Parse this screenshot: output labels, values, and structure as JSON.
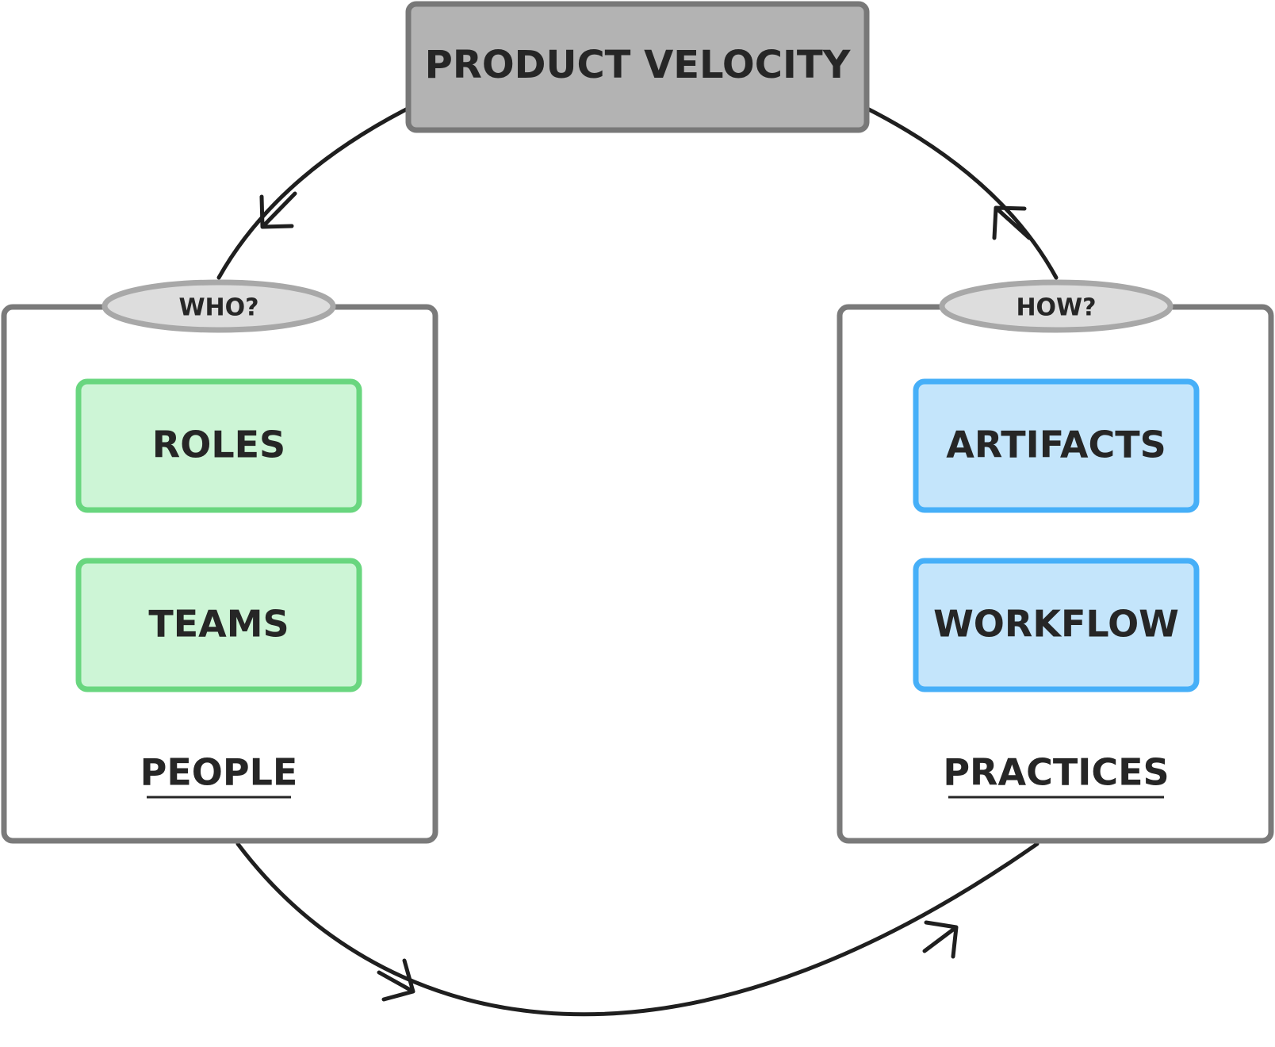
{
  "diagram": {
    "title": "PRODUCT VELOCITY",
    "left_panel": {
      "tag": "WHO?",
      "items": [
        "ROLES",
        "TEAMS"
      ],
      "label": "PEOPLE"
    },
    "right_panel": {
      "tag": "HOW?",
      "items": [
        "ARTIFACTS",
        "WORKFLOW"
      ],
      "label": "PRACTICES"
    }
  },
  "colors": {
    "stroke": "#1f1f1f",
    "title_fill": "#b3b3b3",
    "title_border": "#787878",
    "panel_border": "#7a7a7a",
    "tag_fill": "#dddddd",
    "tag_border": "#a8a8a8",
    "people_fill": "#cdf5d6",
    "people_border": "#69d67f",
    "practices_fill": "#c4e5fb",
    "practices_border": "#46aff8",
    "text": "#262626"
  }
}
